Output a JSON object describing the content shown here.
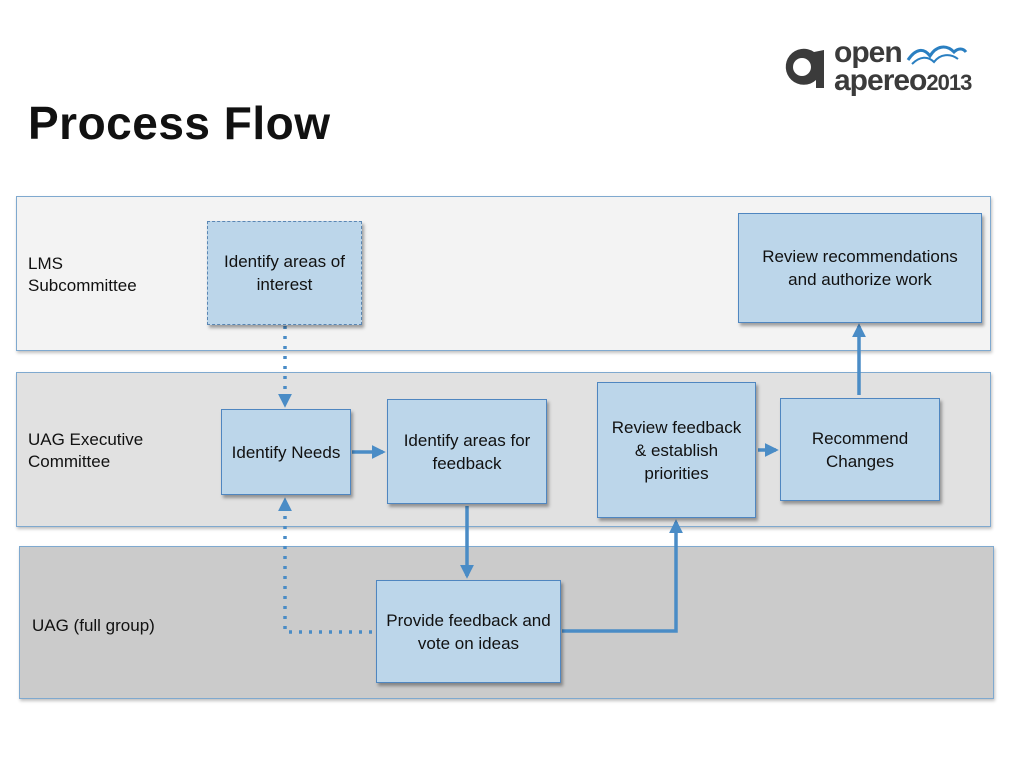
{
  "slide": {
    "title": "Process Flow"
  },
  "logo": {
    "line1": "open",
    "line2": "apereo",
    "year": "2013"
  },
  "lanes": [
    {
      "label": "LMS Subcommittee",
      "color": "#f3f3f3"
    },
    {
      "label": "UAG Executive Committee",
      "color": "#e1e1e1"
    },
    {
      "label": "UAG (full group)",
      "color": "#cbcbcb"
    }
  ],
  "nodes": {
    "identify_areas_interest": "Identify areas of interest",
    "review_authorize": "Review recommendations and authorize work",
    "identify_needs": "Identify Needs",
    "identify_areas_feedback": "Identify areas for feedback",
    "review_feedback": "Review feedback & establish priorities",
    "recommend_changes": "Recommend Changes",
    "provide_feedback": "Provide feedback and vote on ideas"
  },
  "colors": {
    "node_fill": "#bcd6ea",
    "node_border": "#4f86c0",
    "arrow": "#4a8cc6",
    "logo_blue": "#2a7fc1"
  }
}
